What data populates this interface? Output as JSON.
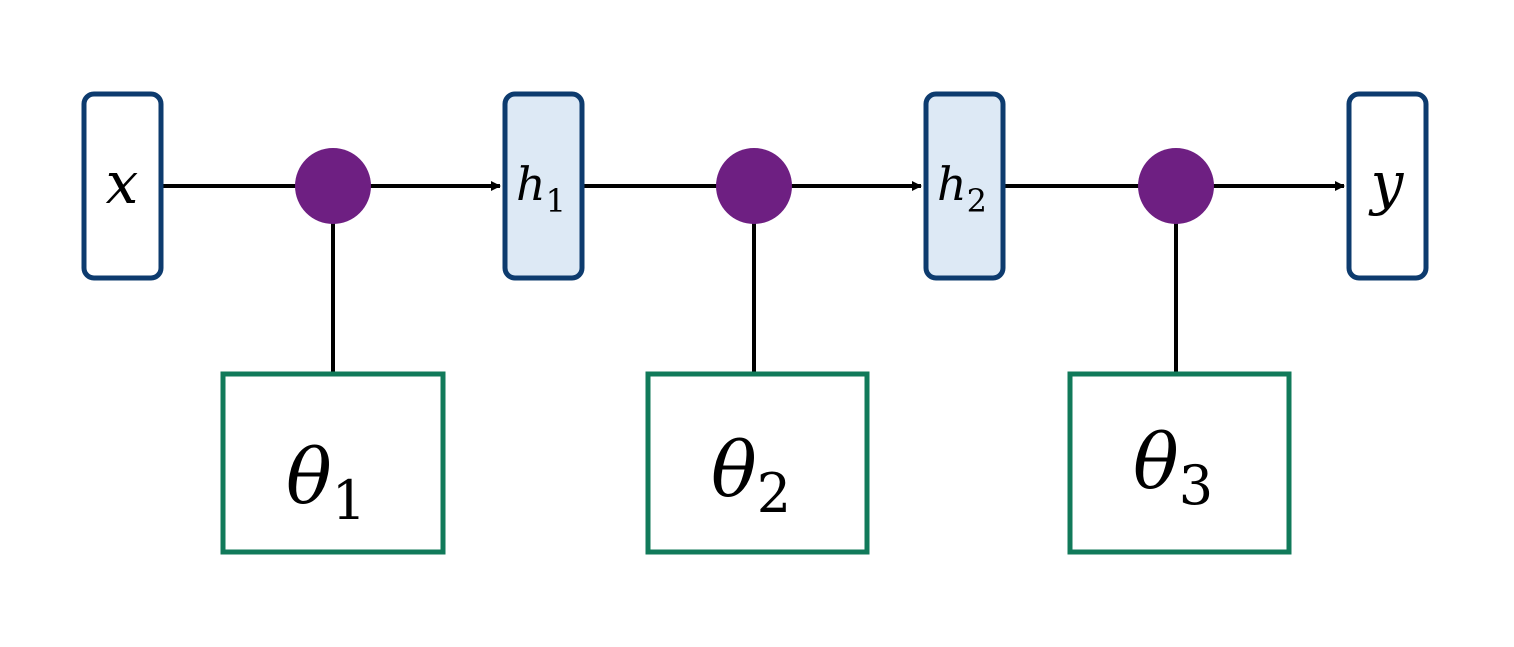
{
  "colors": {
    "node_border": "#0d3b6e",
    "hidden_fill": "#dde9f5",
    "io_fill": "#ffffff",
    "param_border": "#117a5a",
    "operator_fill": "#6e1f82",
    "wire": "#000000"
  },
  "nodes": {
    "input": {
      "symbol": "x",
      "subscript": ""
    },
    "hidden_1": {
      "symbol": "h",
      "subscript": "1"
    },
    "hidden_2": {
      "symbol": "h",
      "subscript": "2"
    },
    "output": {
      "symbol": "y",
      "subscript": ""
    }
  },
  "parameters": [
    {
      "symbol": "θ",
      "subscript": "1"
    },
    {
      "symbol": "θ",
      "subscript": "2"
    },
    {
      "symbol": "θ",
      "subscript": "3"
    }
  ]
}
